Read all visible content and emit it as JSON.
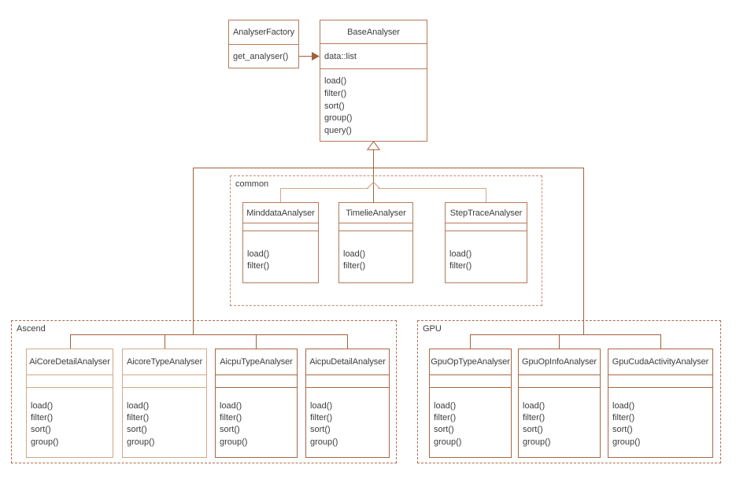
{
  "factory": {
    "name": "AnalyserFactory",
    "methods": [
      "get_analyser()"
    ]
  },
  "base": {
    "name": "BaseAnalyser",
    "attributes": [
      "data::list"
    ],
    "methods": [
      "load()",
      "filter()",
      "sort()",
      "group()",
      "query()"
    ]
  },
  "groups": [
    {
      "label": "common",
      "classes": [
        {
          "name": "MinddataAnalyser",
          "methods": [
            "load()",
            "filter()"
          ]
        },
        {
          "name": "TimelieAnalyser",
          "methods": [
            "load()",
            "filter()"
          ]
        },
        {
          "name": "StepTraceAnalyser",
          "methods": [
            "load()",
            "filter()"
          ]
        }
      ]
    },
    {
      "label": "Ascend",
      "classes": [
        {
          "name": "AiCoreDetailAnalyser",
          "methods": [
            "load()",
            "filter()",
            "sort()",
            "group()"
          ]
        },
        {
          "name": "AicoreTypeAnalyser",
          "methods": [
            "load()",
            "filter()",
            "sort()",
            "group()"
          ]
        },
        {
          "name": "AicpuTypeAnalyser",
          "methods": [
            "load()",
            "filter()",
            "sort()",
            "group()"
          ]
        },
        {
          "name": "AicpuDetailAnalyser",
          "methods": [
            "load()",
            "filter()",
            "sort()",
            "group()"
          ]
        }
      ]
    },
    {
      "label": "GPU",
      "classes": [
        {
          "name": "GpuOpTypeAnalyser",
          "methods": [
            "load()",
            "filter()",
            "sort()",
            "group()"
          ]
        },
        {
          "name": "GpuOpInfoAnalyser",
          "methods": [
            "load()",
            "filter()",
            "sort()",
            "group()"
          ]
        },
        {
          "name": "GpuCudaActivityAnalyser",
          "methods": [
            "load()",
            "filter()",
            "sort()",
            "group()"
          ]
        }
      ]
    }
  ],
  "colors": {
    "line_dark": "#a2613c",
    "line_mid": "#b5795b",
    "line_light": "#cfa988",
    "group_dash": "#ad6c4e",
    "common_dash": "#c08f70",
    "text": "#3d3d3d",
    "background": "#ffffff"
  }
}
